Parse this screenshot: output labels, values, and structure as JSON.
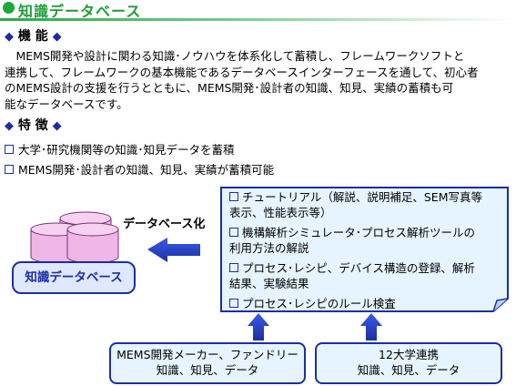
{
  "title": "知識データベース",
  "sections": {
    "function": {
      "heading": "機 能",
      "lines": [
        "　MEMS開発や設計に関わる知識･ノウハウを体系化して蓄積し、フレームワークソフトと",
        "連携して、フレームワークの基本機能であるデータベースインターフェースを通して、初心者",
        "のMEMS設計の支援を行うとともに、MEMS開発･設計者の知識、知見、実績の蓄積も可",
        "能なデータベースです。"
      ]
    },
    "features": {
      "heading": "特 徴",
      "items": [
        "大学･研究機関等の知識･知見データを蓄積",
        "MEMS開発･設計者の知識、知見、実績が蓄積可能"
      ]
    }
  },
  "diagram": {
    "database_label": "知識データベース",
    "dbize_label": "データベース化",
    "contents": [
      {
        "line1": "チュートリアル（解説、説明補足、SEM写真等",
        "line2": "表示、性能表示等）"
      },
      {
        "line1": "機構解析シミュレータ･プロセス解析ツールの",
        "line2": "利用方法の解説"
      },
      {
        "line1": "プロセス･レシピ、デバイス構造の登録、解析",
        "line2": "結果、実験結果"
      },
      {
        "line1": "プロセス･レシピのルール検査",
        "line2": ""
      }
    ],
    "sources": [
      {
        "line1": "MEMS開発メーカー、ファンドリー",
        "line2": "知識、知見、データ"
      },
      {
        "line1": "12大学連携",
        "line2": "知識、知見、データ"
      }
    ]
  },
  "colors": {
    "title_green": "#1f9c3a",
    "accent_blue": "#1b2fa0",
    "db_pink": "#f0b6e6",
    "note_fill": "#e6f4ff"
  }
}
